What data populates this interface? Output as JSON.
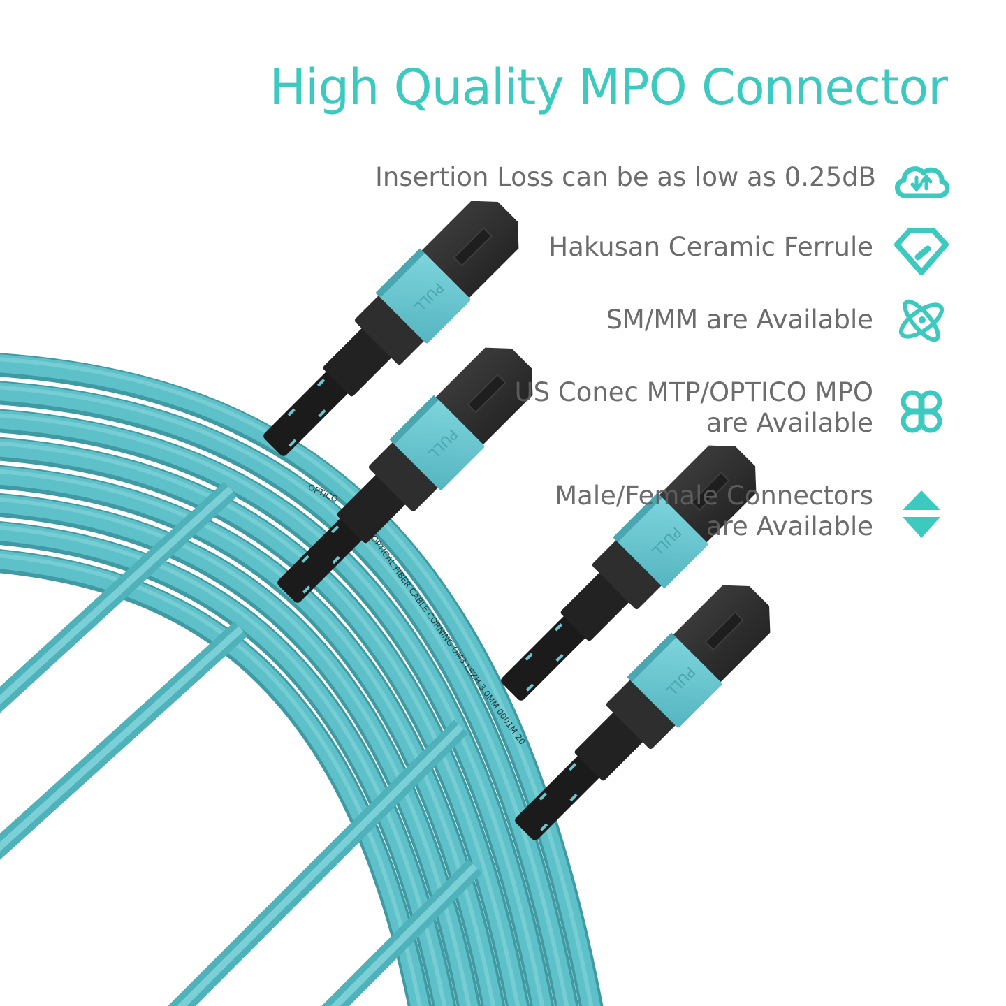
{
  "title": "High Quality MPO Connector",
  "colors": {
    "accent": "#3cc9c0",
    "text_gray": "#606060",
    "cable_aqua": "#5bbcc4",
    "cable_light": "#7fd4d8",
    "connector_black": "#2b2b2b",
    "boot_black": "#1a1a1a",
    "latch_aqua": "#6fcbd4"
  },
  "features": [
    {
      "icon": "cloud-transfer-icon",
      "lines": [
        "Insertion Loss can be as low as 0.25dB"
      ]
    },
    {
      "icon": "diamond-icon",
      "lines": [
        "Hakusan Ceramic Ferrule"
      ]
    },
    {
      "icon": "atom-rocket-icon",
      "lines": [
        "SM/MM are Available"
      ]
    },
    {
      "icon": "command-key-icon",
      "lines": [
        "US Conec MTP/OPTICO MPO",
        "are Available"
      ]
    },
    {
      "icon": "up-down-triangle-icon",
      "lines": [
        "Male/Female Connectors",
        "are Available"
      ]
    }
  ],
  "product": {
    "connector_label": "PULL",
    "cable_print_short": "OPTICO",
    "cable_print_long": "OPTICAL FIBER CABLE CORNING OM3 LSZH 3.0MM 0001M 20"
  }
}
